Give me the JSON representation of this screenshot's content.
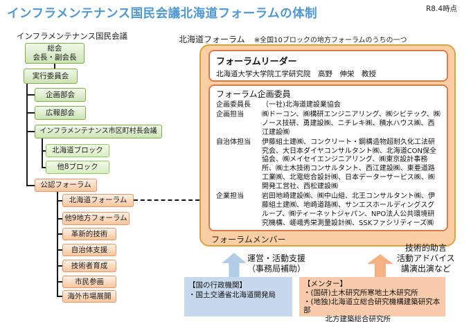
{
  "meta": {
    "title": "インフラメンテナンス国民会議北海道フォーラムの体制",
    "date_note": "R8.4時点"
  },
  "left_chart": {
    "heading": "インフラメンテナンス国民会議",
    "nodes": [
      {
        "label": "総会\n会長・副会長"
      },
      {
        "label": "実行委員会"
      },
      {
        "label": "企画部会"
      },
      {
        "label": "広報部会"
      },
      {
        "label": "インフラメンテナンス市区町村長会議"
      },
      {
        "label": "北海道ブロック"
      },
      {
        "label": "他8ブロック"
      },
      {
        "label": "公認フォーラム"
      },
      {
        "label": "北海道フォーラム"
      },
      {
        "label": "他9地方フォーラム"
      },
      {
        "label": "革新的技術"
      },
      {
        "label": "自治体支援"
      },
      {
        "label": "技術者育成"
      },
      {
        "label": "市民参画"
      },
      {
        "label": "海外市場展開"
      }
    ]
  },
  "right_panel": {
    "heading": "北海道フォーラム",
    "heading_note": "※全国10ブロックの地方フォーラムのうちの一つ",
    "leader": {
      "title": "フォーラムリーダー",
      "name": "北海道大学大学院工学研究院　高野　伸栄　教授"
    },
    "committee": {
      "title": "フォーラム企画委員",
      "rows": [
        {
          "label": "企画委員長",
          "value": "（一社)北海道建設業協会"
        },
        {
          "label": "企画担当",
          "value": "㈱ドーコン、㈱構研エンジニアリング、㈱シビテック、㈱ノース技研、勇建設㈱、ニチレキ㈱、積水ハウス㈱、西江建設㈱"
        },
        {
          "label": "自治体担当",
          "value": "伊藤組土建㈱、コンクリート・鋼構造物超耐久化工法研究会、大日本ダイヤコンサルタント㈱、北海道CON保全協会、㈱メイセイエンジニアリング、㈱東京設計事務所、㈱土木技術コンサルタント、西江建設㈱、東亜道路工業㈱、北電総合設計㈱、日本データーサービス㈱、㈱開発工営社、西松建設㈱"
        },
        {
          "label": "企業担当",
          "value": "岩田地崎建設㈱、㈱中山組、北王コンサルタント㈱、伊藤組土建㈱、地崎道路㈱、サンエスホールディングスグループ、㈱ティーネットジャパン、NPO法人公共環境研究機構、嵯峨秀栄測量設計㈱、SSKファシリティーズ㈱"
        }
      ]
    },
    "member_label": "フォーラムメンバー"
  },
  "bottom": {
    "support_label": "運営・活動支援\n（事務局補助）",
    "advice_label": "技術的助言\n活動アドバイス\n講演出演など",
    "gov_box": {
      "title": "【国の行政機関】",
      "line": "・国土交通省北海道開発局"
    },
    "mentor_box": {
      "title": "【メンター】",
      "line1": "・(国研)土木研究所寒地土木研究所",
      "line2": "・(地独)北海道立総合研究機構建築研究本部\n　　　北方建築総合研究所"
    }
  },
  "colors": {
    "title_blue": "#4e97d1",
    "green_border": "#7fae4c",
    "green_fill_top": "#f1f8ea",
    "green_fill_bottom": "#cce4b4",
    "green2_border": "#8ec963",
    "green2_fill_top": "#f0fae6",
    "green2_fill_bottom": "#dbf0c4",
    "orange_border": "#e2986a",
    "orange_fill_top": "#fdf0e6",
    "orange_fill_bottom": "#f8c69e",
    "panel_fill": "#fbcfa4",
    "panel_border": "#d8a33e",
    "inner_box_border": "#e0794a",
    "line_color": "#1a1a1a",
    "blue_box_fill": "#c7d9ec",
    "mentor_box_fill": "#f8cbad",
    "arrow_blue": "#b4cde7",
    "arrow_orange": "#f4b183"
  }
}
